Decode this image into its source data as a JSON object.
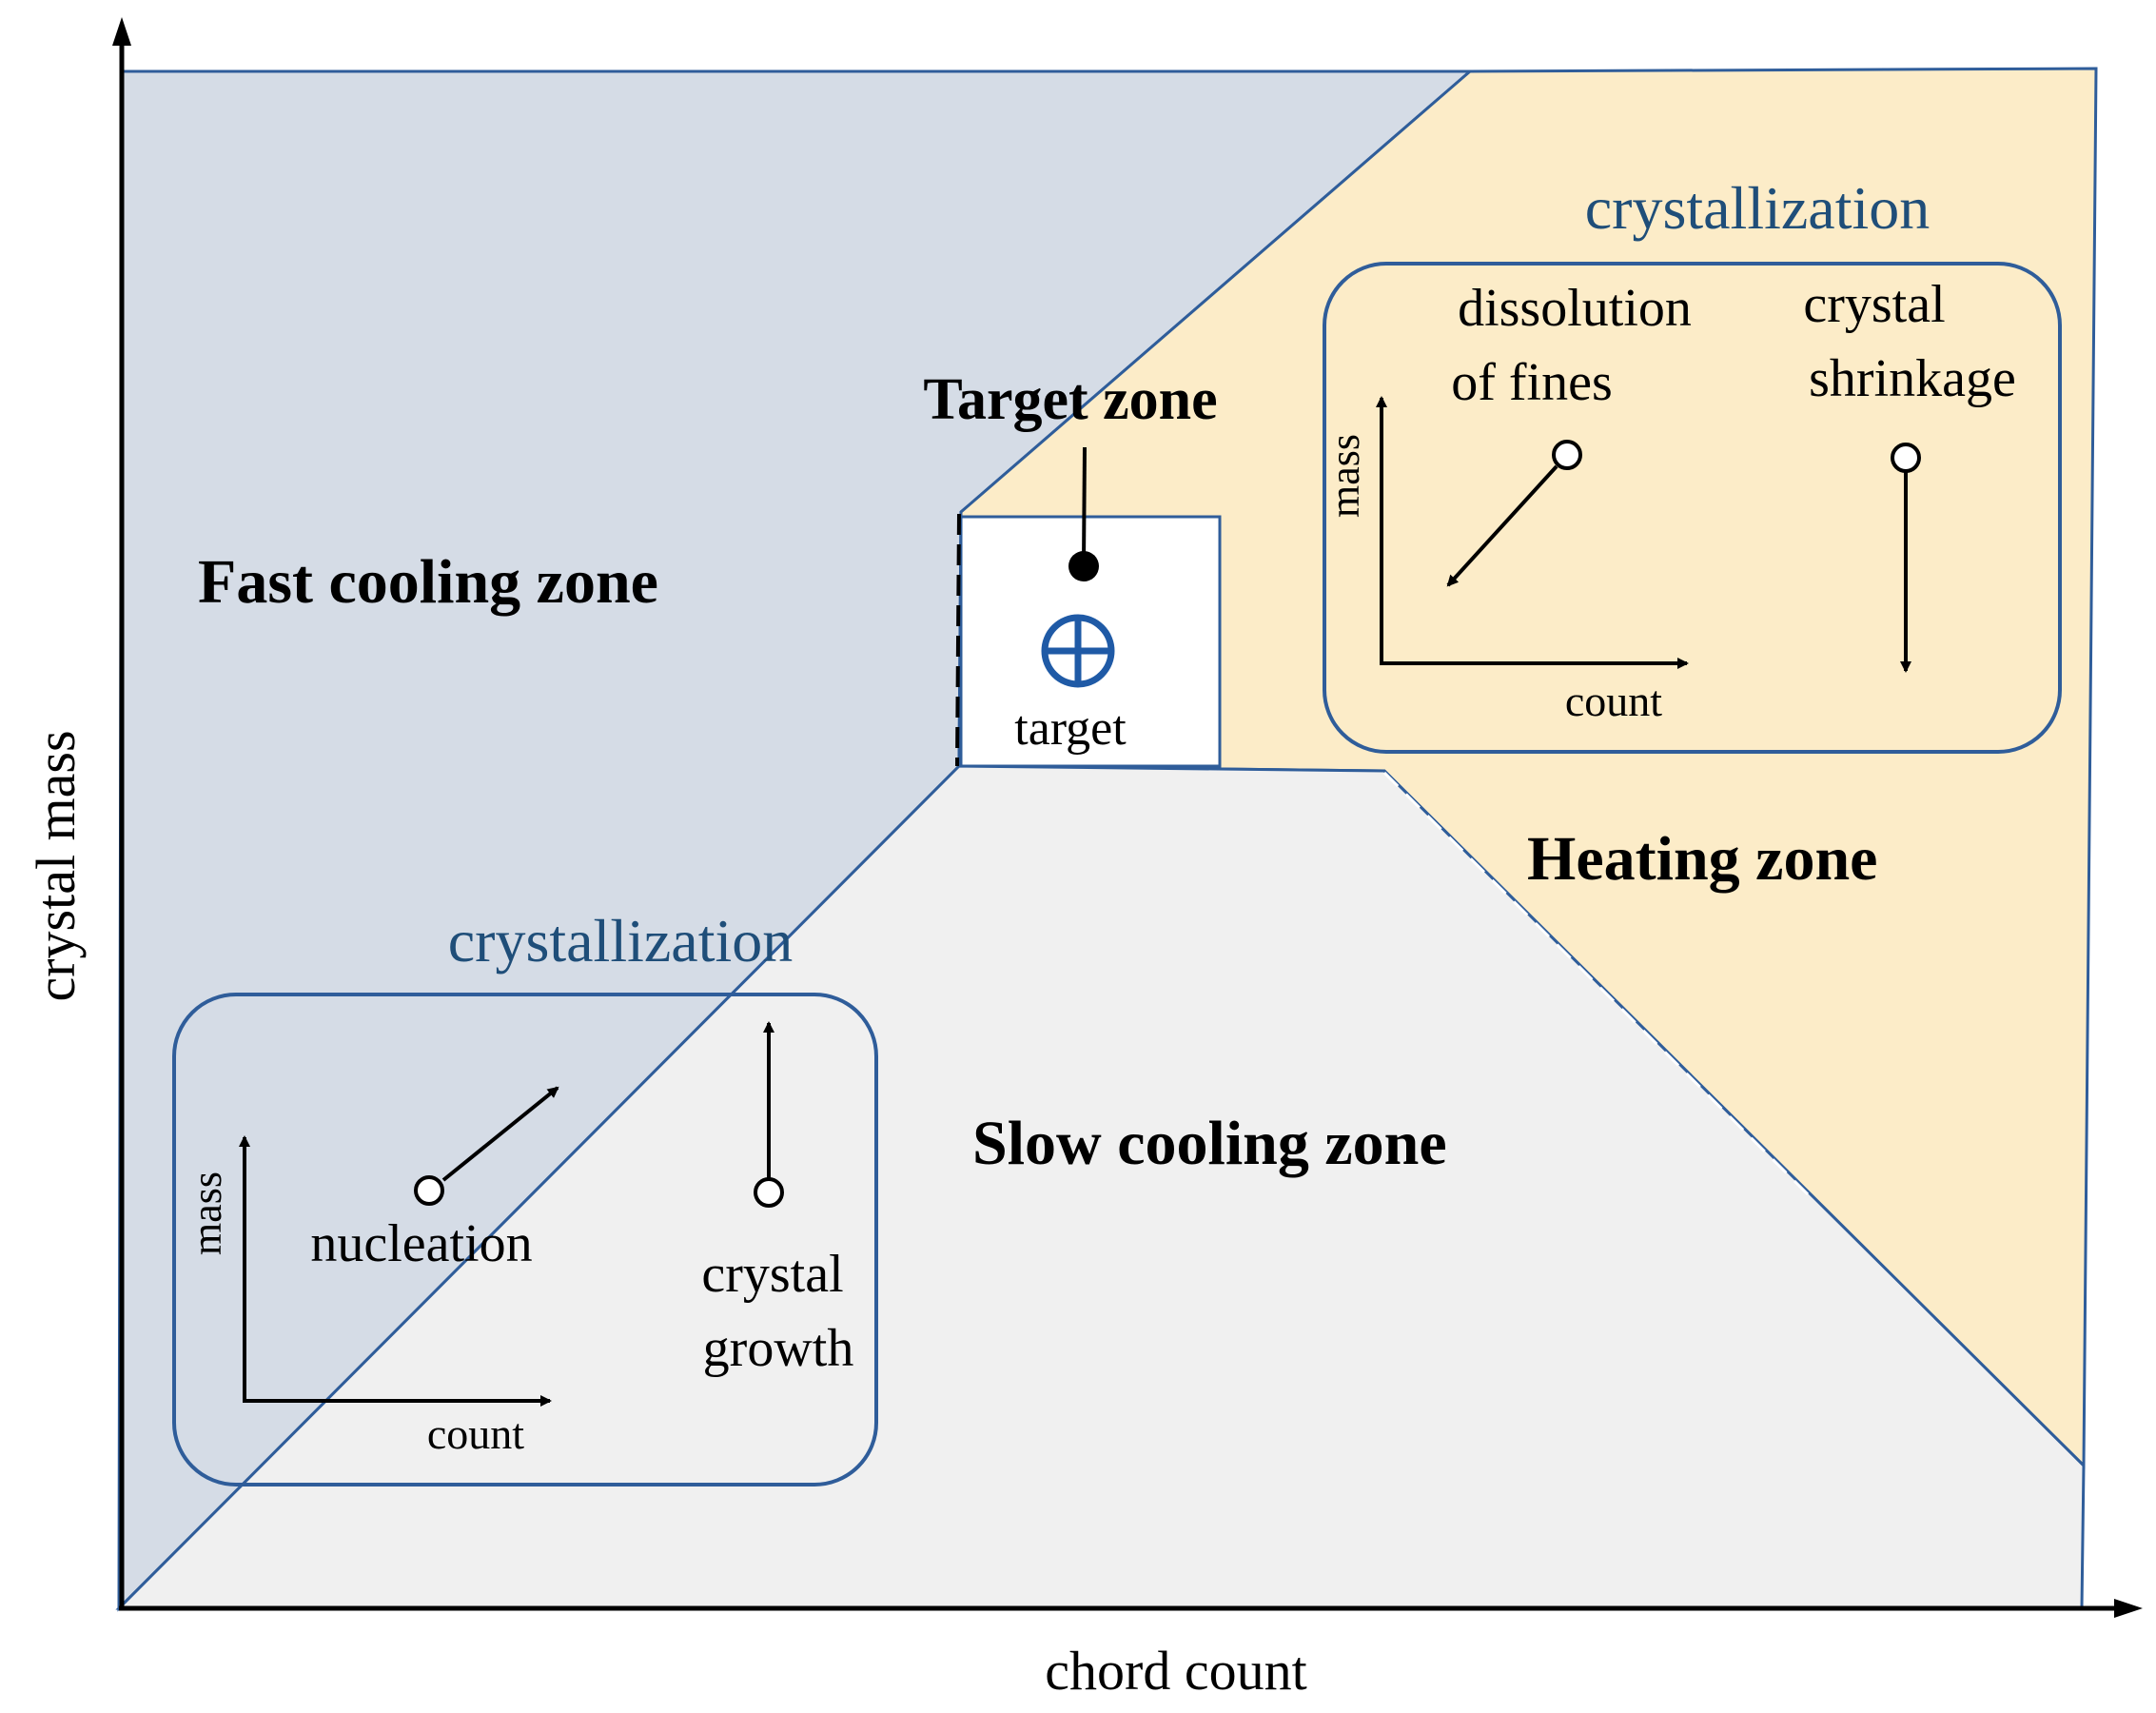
{
  "axes": {
    "x_label": "chord count",
    "y_label": "crystal mass"
  },
  "zones": {
    "fast_cooling": "Fast cooling zone",
    "slow_cooling": "Slow cooling zone",
    "heating": "Heating zone",
    "target": "Target zone"
  },
  "target_marker": {
    "label": "target",
    "icon": "circle-plus-icon"
  },
  "crystallization_box_bottom": {
    "title": "crystallization",
    "y_label": "mass",
    "x_label": "count",
    "mechanisms": [
      "nucleation",
      "crystal",
      "growth"
    ]
  },
  "crystallization_box_top": {
    "title": "crystallization",
    "y_label": "mass",
    "x_label": "count",
    "mechanisms": [
      "dissolution",
      "of fines",
      "crystal",
      "shrinkage"
    ]
  },
  "colors": {
    "fast_cooling_fill": "#d5dce6",
    "heating_fill": "#fcecc8",
    "slow_cooling_fill": "#f0f0f0",
    "zone_border": "#2f5d9a",
    "crystallization_text": "#1f4e79"
  }
}
